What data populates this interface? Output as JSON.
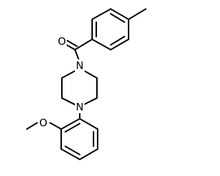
{
  "molecule": {
    "atoms": {
      "carbonyl_oxygen": "O",
      "n_acyl": "N",
      "n_aryl": "N",
      "methoxy_oxygen": "O"
    }
  }
}
